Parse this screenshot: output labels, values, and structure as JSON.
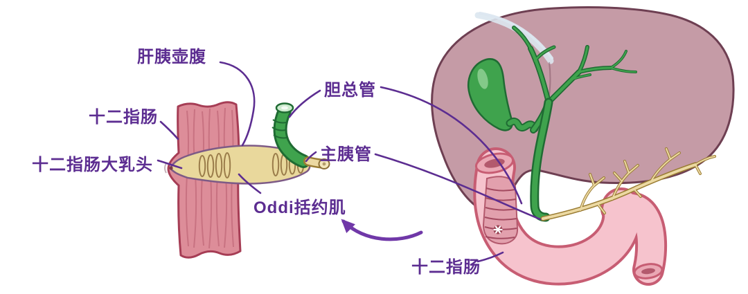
{
  "labels": {
    "hepatopancreatic_ampulla": "肝胰壶腹",
    "duodenum_detail": "十二指肠",
    "major_duodenal_papilla": "十二指肠大乳头",
    "common_bile_duct": "胆总管",
    "main_pancreatic_duct": "主胰管",
    "sphincter_of_oddi": "Oddi括约肌",
    "duodenum_overview": "十二指肠"
  },
  "colors": {
    "background": "#ffffff",
    "label_text": "#5c2d91",
    "leader_line": "#5c2d91",
    "arrow": "#7038a8",
    "liver_fill": "#c59ba6",
    "liver_outline": "#6e3f52",
    "liver_highlight": "#dce7f0",
    "gallbladder_fill": "#3fa34d",
    "gallbladder_outline": "#1f6b33",
    "bile_duct_fill": "#3fa34d",
    "bile_duct_outline": "#1f6b33",
    "duodenum_fill": "#f6c3cd",
    "duodenum_outline": "#c75d73",
    "duodenum_cut": "#eaa7b4",
    "duodenum_lumen": "#b3596d",
    "wall_fill": "#dd8d99",
    "wall_outline": "#a63d55",
    "wall_striation": "#c2697a",
    "ampulla_fill": "#e9d89c",
    "ampulla_outline": "#7d5a86",
    "sphincter_ring": "#9a7c4a",
    "pancreatic_duct_fill": "#ecd9a2",
    "pancreatic_duct_outline": "#9a7c33"
  }
}
